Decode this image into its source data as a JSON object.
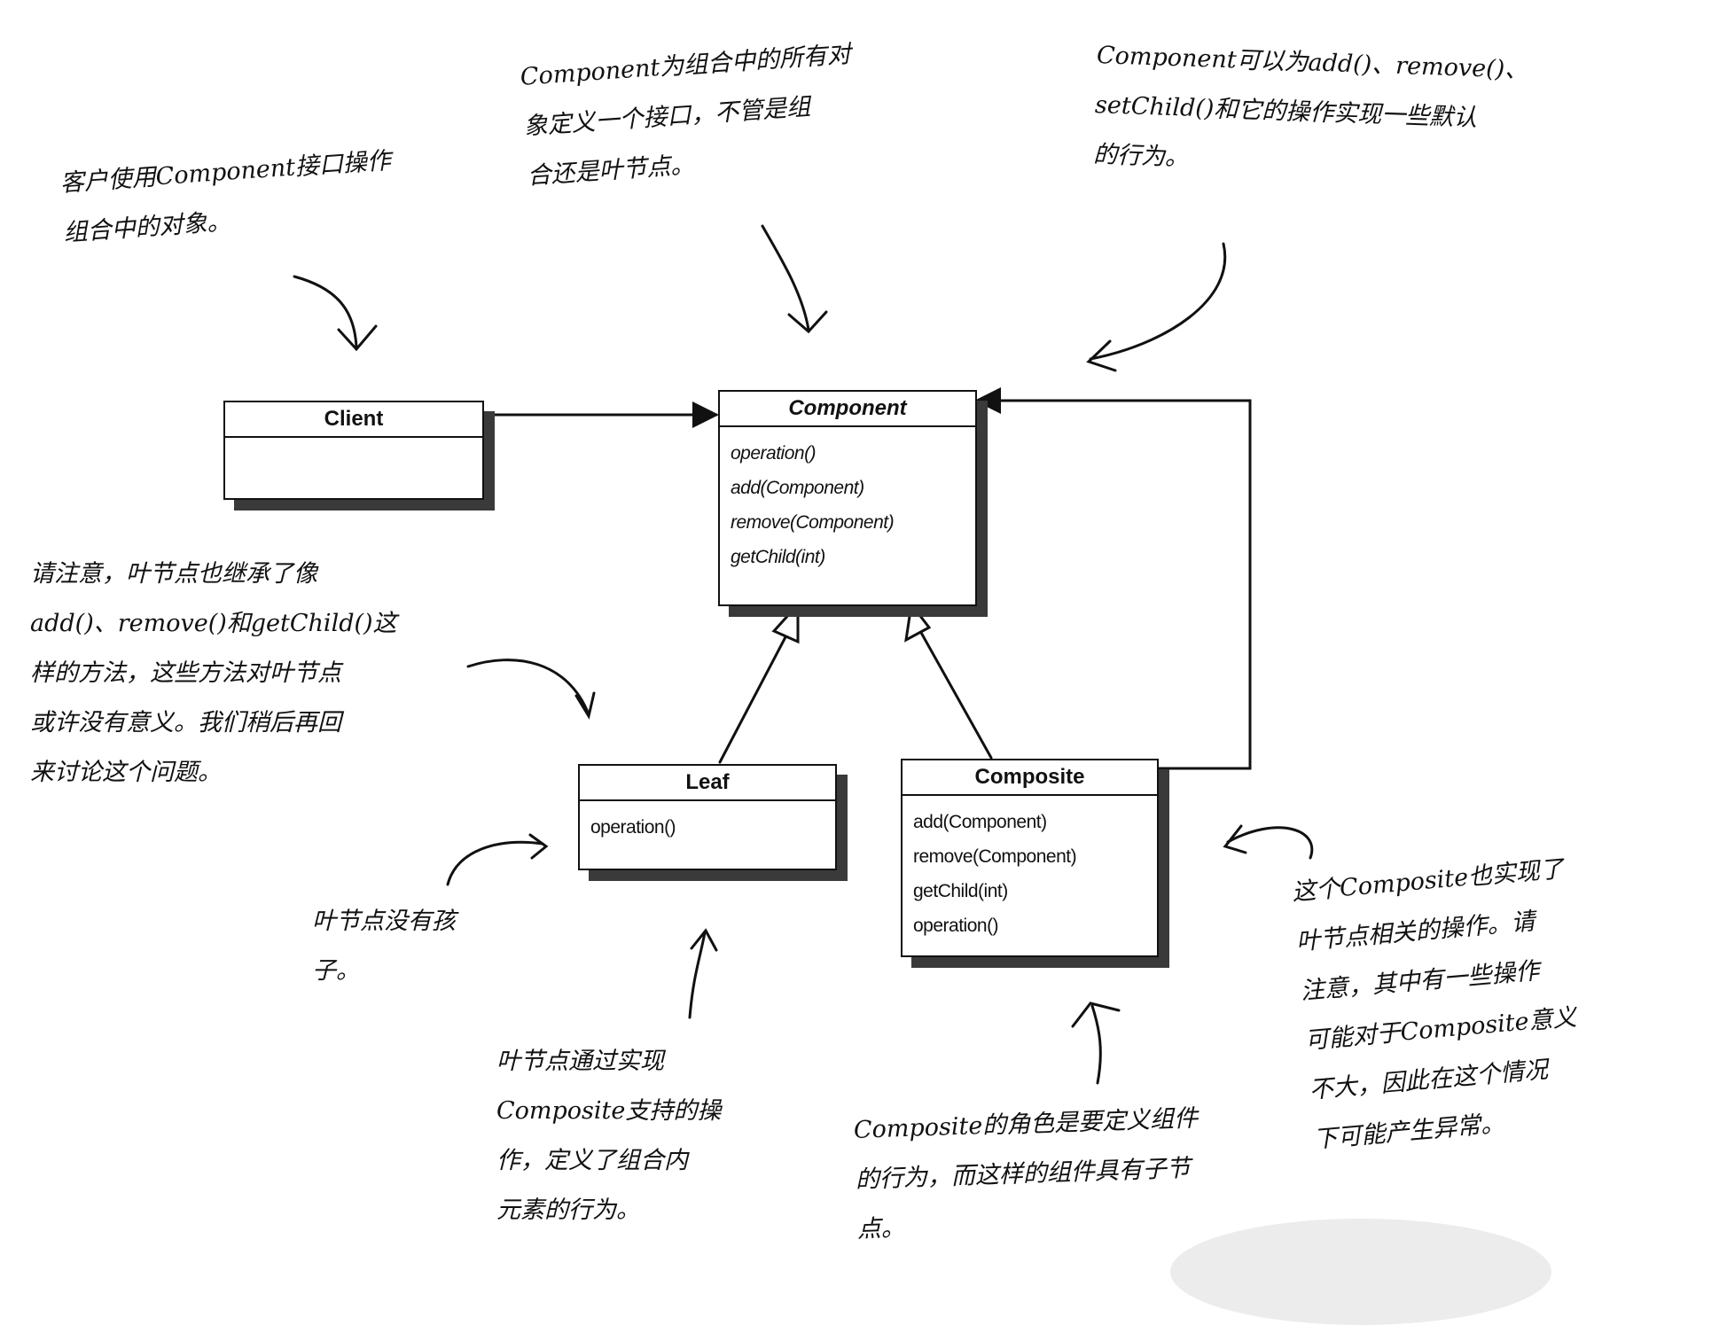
{
  "classes": {
    "client": {
      "name": "Client",
      "operations": []
    },
    "component": {
      "name": "Component",
      "operations": [
        "operation()",
        "add(Component)",
        "remove(Component)",
        "getChild(int)"
      ]
    },
    "leaf": {
      "name": "Leaf",
      "operations": [
        "operation()"
      ]
    },
    "composite": {
      "name": "Composite",
      "operations": [
        "add(Component)",
        "remove(Component)",
        "getChild(int)",
        "operation()"
      ]
    }
  },
  "notes": {
    "client_note": [
      "客户使用Component接口操作",
      "组合中的对象。"
    ],
    "component_note": [
      "Component为组合中的所有对",
      "象定义一个接口，不管是组",
      "合还是叶节点。"
    ],
    "default_note": [
      "Component可以为add()、remove()、",
      "setChild()和它的操作实现一些默认",
      "的行为。"
    ],
    "leaf_inherit_note": [
      "请注意，叶节点也继承了像",
      "add()、remove()和getChild()这",
      "样的方法，这些方法对叶节点",
      "或许没有意义。我们稍后再回",
      "来讨论这个问题。"
    ],
    "leaf_nochild_note": [
      "叶节点没有孩",
      "子。"
    ],
    "leaf_behavior_note": [
      "叶节点通过实现",
      "Composite支持的操",
      "作，定义了组合内",
      "元素的行为。"
    ],
    "composite_role_note": [
      "Composite的角色是要定义组件",
      "的行为，而这样的组件具有子节",
      "点。"
    ],
    "composite_ops_note": [
      "这个Composite也实现了",
      "叶节点相关的操作。请",
      "注意，其中有一些操作",
      "可能对于Composite意义",
      "不大，因此在这个情况",
      "下可能产生异常。"
    ]
  }
}
